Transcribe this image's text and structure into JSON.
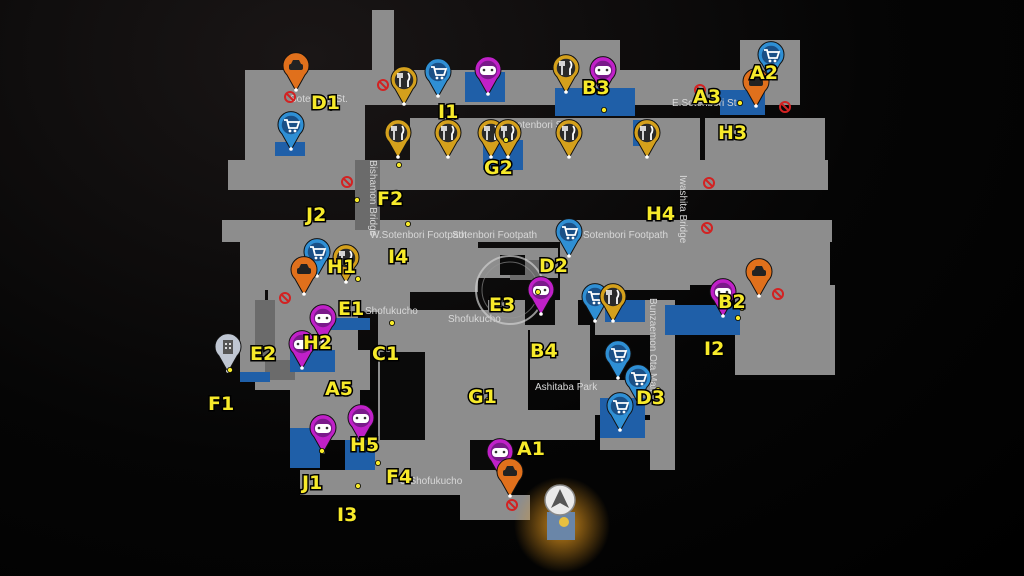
{
  "colors": {
    "block": "#8d8d8d",
    "block_dark": "#6b6b6b",
    "street": "#3a3a3a",
    "blue_zone": "#1f5fa8",
    "label": "#f7ea2a",
    "shop_marker": "#2f8fd4",
    "food_marker": "#d4a01c",
    "game_marker": "#c020c8",
    "taxi_marker": "#e0701c",
    "hotel_marker": "#bfc6d2",
    "no_entry": "#d22222",
    "player_glow": "#f0a020"
  },
  "streets": [
    "Sotenbori St.",
    "Sotenbori St",
    "E.Sotenbori St",
    "Bishamon Bridge",
    "W.Sotenbori Footpath",
    "Sotenbori Footpath",
    "Sotenbori Footpath",
    "Iwashita Bridge",
    "Shofukucho",
    "Shofukucho",
    "Bunzaemon Ota Mall",
    "Ashitaba Park",
    "S Shofukucho"
  ],
  "locations": [
    "A1",
    "A2",
    "A3",
    "A5",
    "B2",
    "B3",
    "B4",
    "C1",
    "D1",
    "D2",
    "D3",
    "E1",
    "E2",
    "E3",
    "F1",
    "F2",
    "F4",
    "G1",
    "G2",
    "H1",
    "H2",
    "H3",
    "H4",
    "H5",
    "I1",
    "I2",
    "I3",
    "I4",
    "J1",
    "J2"
  ],
  "icons": [
    "shop-icon",
    "food-icon",
    "game-icon",
    "taxi-icon",
    "hotel-icon",
    "no-entry-icon",
    "player-arrow-icon",
    "objective-ring-icon"
  ]
}
